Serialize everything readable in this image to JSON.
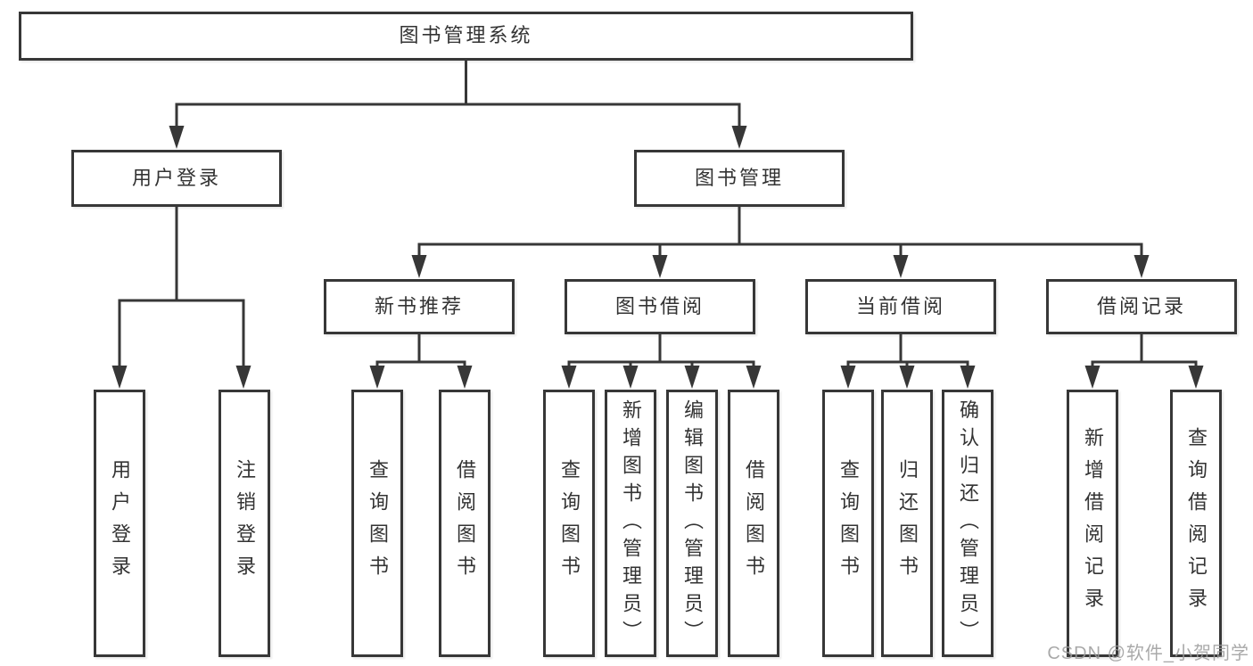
{
  "tree": {
    "label": "图书管理系统",
    "children": [
      {
        "label": "用户登录",
        "children": [
          {
            "label": "用户登录"
          },
          {
            "label": "注销登录"
          }
        ]
      },
      {
        "label": "图书管理",
        "children": [
          {
            "label": "新书推荐",
            "children": [
              {
                "label": "查询图书"
              },
              {
                "label": "借阅图书"
              }
            ]
          },
          {
            "label": "图书借阅",
            "children": [
              {
                "label": "查询图书"
              },
              {
                "label": "新增图书（管理员）"
              },
              {
                "label": "编辑图书（管理员）"
              },
              {
                "label": "借阅图书"
              }
            ]
          },
          {
            "label": "当前借阅",
            "children": [
              {
                "label": "查询图书"
              },
              {
                "label": "归还图书"
              },
              {
                "label": "确认归还（管理员）"
              }
            ]
          },
          {
            "label": "借阅记录",
            "children": [
              {
                "label": "新增借阅记录"
              },
              {
                "label": "查询借阅记录"
              }
            ]
          }
        ]
      }
    ]
  },
  "watermark": {
    "text": "CSDN @软件_小贺同学"
  },
  "colors": {
    "line": "#373737",
    "box_border": "#373737",
    "text": "#333333",
    "background": "#ffffff",
    "watermark": "#9b9b9b"
  }
}
